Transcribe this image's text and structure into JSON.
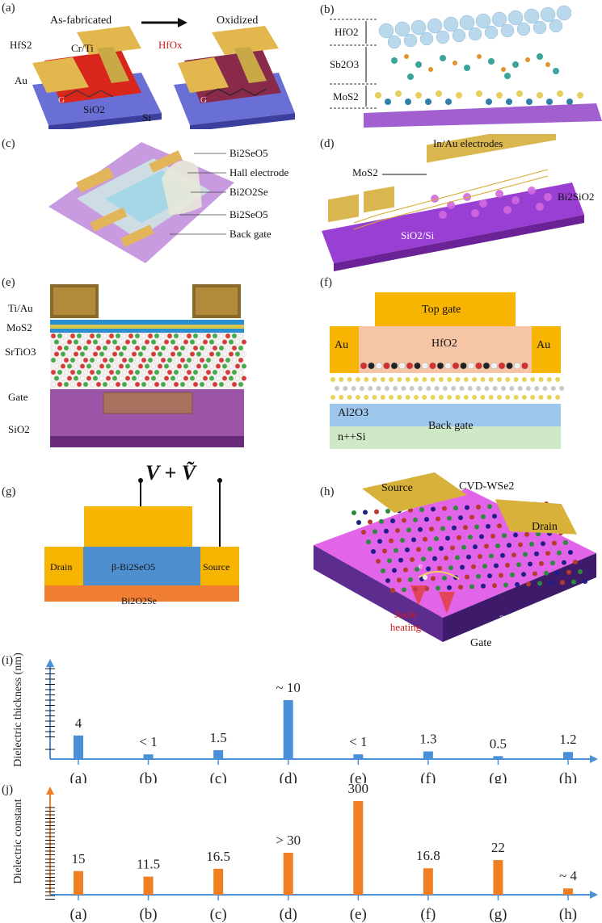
{
  "panels": {
    "a": {
      "label": "(a)",
      "left_title": "As-fabricated",
      "right_title": "Oxidized",
      "hfs2": "HfS2",
      "crti": "Cr/Ti",
      "au": "Au",
      "sio2": "SiO2",
      "si": "Si",
      "g1": "G",
      "g2": "G",
      "hfox": "HfOx"
    },
    "b": {
      "label": "(b)",
      "hfo2": "HfO2",
      "sb2o3": "Sb2O3",
      "mos2": "MoS2"
    },
    "c": {
      "label": "(c)",
      "l1": "Bi2SeO5",
      "l2": "Hall electrode",
      "l3": "Bi2O2Se",
      "l4": "Bi2SeO5",
      "l5": "Back gate"
    },
    "d": {
      "label": "(d)",
      "top": "In/Au electrodes",
      "mos2": "MoS2",
      "bi2sio2": "Bi2SiO2",
      "substrate": "SiO2/Si"
    },
    "e": {
      "label": "(e)",
      "tiau": "Ti/Au",
      "mos2": "MoS2",
      "srtio3": "SrTiO3",
      "gate": "Gate",
      "sio2": "SiO2"
    },
    "f": {
      "label": "(f)",
      "top_gate": "Top gate",
      "hfo2": "HfO2",
      "au_left": "Au",
      "au_right": "Au",
      "al2o3": "Al2O3",
      "nsi": "n++Si",
      "back_gate": "Back gate"
    },
    "g": {
      "label": "(g)",
      "formula": "V + Ṽ",
      "drain": "Drain",
      "source": "Source",
      "channel": "β-Bi2SeO5",
      "substrate": "Bi2O2Se"
    },
    "h": {
      "label": "(h)",
      "source": "Source",
      "drain": "Drain",
      "wse2": "CVD-WSe2",
      "joule": "Joule heating",
      "bn": "2D-BN",
      "gate": "Gate",
      "e": "e"
    }
  },
  "chart_data": [
    {
      "type": "bar",
      "panel_label": "(i)",
      "ylabel": "Dielectric thickness (nm)",
      "categories": [
        "(a)",
        "(b)",
        "(c)",
        "(d)",
        "(e)",
        "(f)",
        "(g)",
        "(h)"
      ],
      "values": [
        4,
        0.8,
        1.5,
        10,
        0.8,
        1.3,
        0.5,
        1.2
      ],
      "data_labels": [
        "4",
        "< 1",
        "1.5",
        "~ 10",
        "< 1",
        "1.3",
        "0.5",
        "1.2"
      ],
      "bar_color": "#4a90d9",
      "axis_color": "#4a90d9"
    },
    {
      "type": "bar",
      "panel_label": "(j)",
      "ylabel": "Dielectric constant",
      "categories": [
        "(a)",
        "(b)",
        "(c)",
        "(d)",
        "(e)",
        "(f)",
        "(g)",
        "(h)"
      ],
      "values": [
        15,
        11.5,
        16.5,
        30,
        300,
        16.8,
        22,
        4
      ],
      "data_labels": [
        "15",
        "11.5",
        "16.5",
        "> 30",
        "300",
        "16.8",
        "22",
        "~ 4"
      ],
      "bar_color": "#f07f24",
      "axis_color": "#f07f24",
      "x_axis_color": "#4a90d9"
    }
  ]
}
